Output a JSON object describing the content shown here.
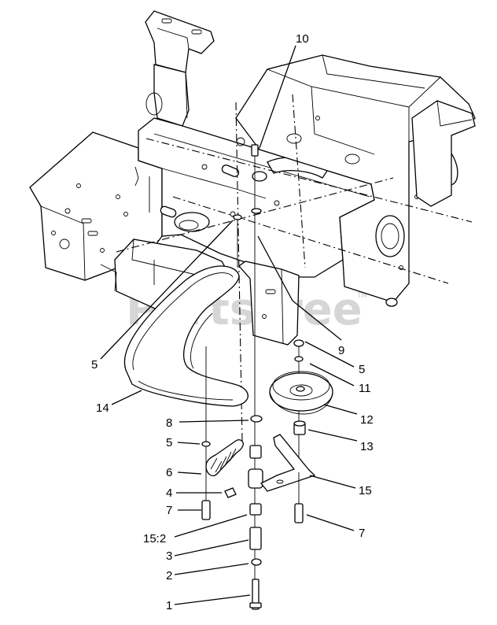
{
  "watermark": {
    "text": "PartsTree",
    "tm": "TM"
  },
  "callouts": [
    {
      "id": "c10",
      "label": "10"
    },
    {
      "id": "c9",
      "label": "9"
    },
    {
      "id": "c5a",
      "label": "5"
    },
    {
      "id": "c5b",
      "label": "5"
    },
    {
      "id": "c11",
      "label": "11"
    },
    {
      "id": "c12",
      "label": "12"
    },
    {
      "id": "c13",
      "label": "13"
    },
    {
      "id": "c14",
      "label": "14"
    },
    {
      "id": "c8",
      "label": "8"
    },
    {
      "id": "c5c",
      "label": "5"
    },
    {
      "id": "c6",
      "label": "6"
    },
    {
      "id": "c4",
      "label": "4"
    },
    {
      "id": "c15",
      "label": "15"
    },
    {
      "id": "c7a",
      "label": "7"
    },
    {
      "id": "c7b",
      "label": "7"
    },
    {
      "id": "c15_2",
      "label": "15:2"
    },
    {
      "id": "c3",
      "label": "3"
    },
    {
      "id": "c2",
      "label": "2"
    },
    {
      "id": "c1",
      "label": "1"
    }
  ]
}
